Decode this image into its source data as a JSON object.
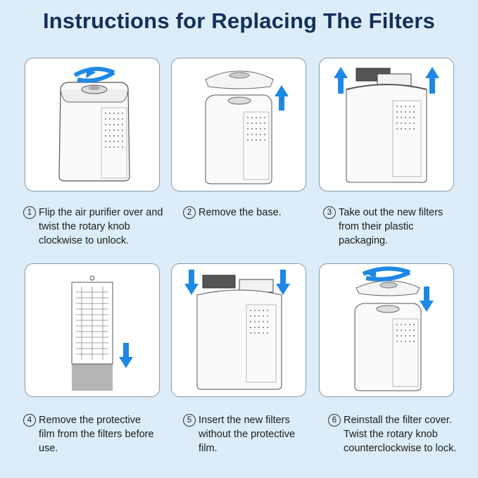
{
  "title": "Instructions for Replacing The Filters",
  "colors": {
    "background": "#dcecf8",
    "title": "#13305a",
    "arrow": "#1e88e5"
  },
  "steps": [
    {
      "number": "1",
      "text": "Flip the air purifier over and twist the rotary knob clockwise to unlock."
    },
    {
      "number": "2",
      "text": "Remove the base."
    },
    {
      "number": "3",
      "text": "Take out the new filters from their plastic packaging."
    },
    {
      "number": "4",
      "text": "Remove the protective film from the filters before use."
    },
    {
      "number": "5",
      "text": "Insert the new filters without the protective film."
    },
    {
      "number": "6",
      "text": "Reinstall the filter cover. Twist the rotary knob counterclockwise to lock."
    }
  ]
}
